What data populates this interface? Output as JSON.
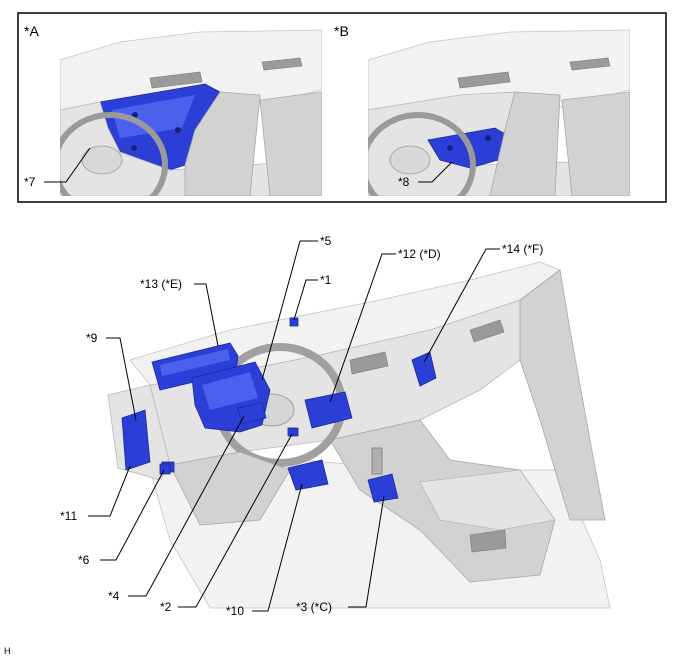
{
  "views": [
    {
      "id": "A",
      "label": "*A",
      "callout": "*7"
    },
    {
      "id": "B",
      "label": "*B",
      "callout": "*8"
    }
  ],
  "callouts": [
    {
      "id": "5",
      "text": "*5"
    },
    {
      "id": "12",
      "text": "*12 (*D)"
    },
    {
      "id": "14",
      "text": "*14 (*F)"
    },
    {
      "id": "13",
      "text": "*13 (*E)"
    },
    {
      "id": "1",
      "text": "*1"
    },
    {
      "id": "9",
      "text": "*9"
    },
    {
      "id": "11",
      "text": "*11"
    },
    {
      "id": "6",
      "text": "*6"
    },
    {
      "id": "4",
      "text": "*4"
    },
    {
      "id": "2",
      "text": "*2"
    },
    {
      "id": "10",
      "text": "*10"
    },
    {
      "id": "3",
      "text": "*3 (*C)"
    }
  ],
  "corner_mark": "H",
  "colors": {
    "highlight": "#2b3fd6",
    "interior": "#e4e4e4",
    "frame": "#000000"
  }
}
